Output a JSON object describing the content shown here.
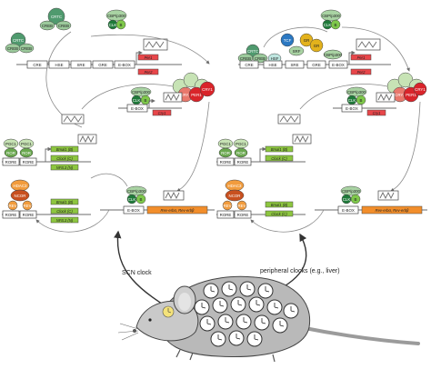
{
  "labels": {
    "cre": "CRE",
    "hse": "HSE",
    "sre": "SRE",
    "gre": "GRE",
    "ebox": "E-BOX",
    "rore": "RORE",
    "creb": "CREB",
    "crtc": "CRTC",
    "cbp": "CBP/p300",
    "clk": "CLK",
    "b": "B",
    "per1_protein": "PER1",
    "per2_protein": "PER2",
    "cry1_protein": "CRY1",
    "cry2_protein": "CRY2",
    "hsf": "HSF",
    "srf": "SRF",
    "gr": "GR",
    "tcf": "TCF",
    "pgc1": "PGC1",
    "ror": "ROR",
    "hdac3": "HDAC3",
    "ncor": "NCOR",
    "rev": "REV",
    "gene_per1": "Per1",
    "gene_per2": "Per2",
    "gene_cry1": "Cry1",
    "gene_cry2": "Cry2",
    "gene_bmal1": "Bmal1 (B)",
    "gene_clock": "Clock (C)",
    "gene_nfil3": "NFIL3 (N)",
    "gene_reverb": "Rev-erbα, Rev-erbβ"
  },
  "scn_label": "SCN clock",
  "peripheral_label": "peripheral clocks (e.g., liver)",
  "colors": {
    "creb": "#9bc99b",
    "crtc": "#4f9a6e",
    "cbp": "#a9d3a3",
    "clk": "#1f7a3a",
    "bmal": "#7ec84a",
    "per": "#d9242a",
    "cry": "#e9786c",
    "tcf": "#2b78c2",
    "gr": "#e3b21c",
    "hsf": "#bfe6e0",
    "pgc1": "#c7e3b5",
    "ror": "#6aa84f",
    "hdac3": "#f29c3d",
    "ncor": "#c8501f",
    "gene_green": "#8dc63f",
    "gene_red": "#e8464a",
    "gene_orange": "#f28e2b"
  }
}
